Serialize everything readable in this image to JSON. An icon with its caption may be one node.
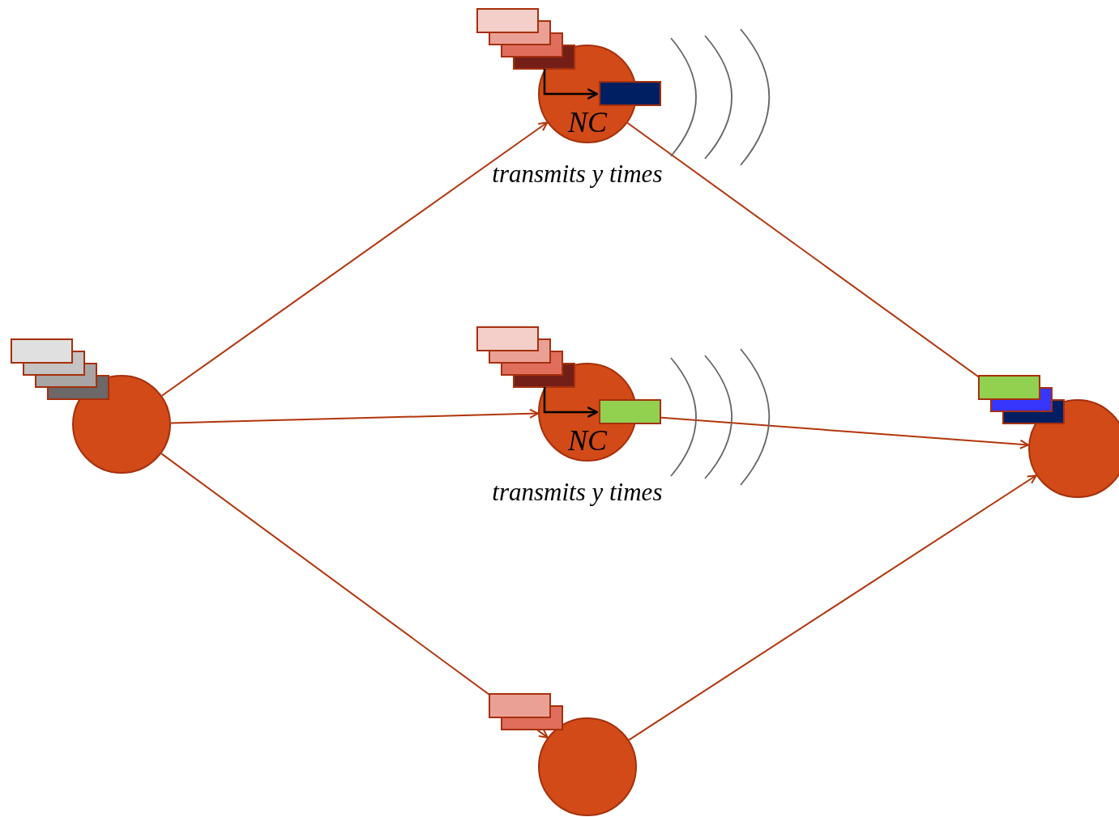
{
  "diagram": {
    "nodes": [
      {
        "text": [],
        "shape": "circle"
      },
      {
        "text": [
          "NC"
        ],
        "beside": [
          "transmits y times"
        ]
      },
      {
        "text": [
          "NC"
        ],
        "beside": [
          "transmits y times"
        ]
      },
      {
        "text": [],
        "shape": "circle"
      },
      {
        "text": [],
        "shape": "circle"
      }
    ],
    "edges": [
      {
        "from": 0,
        "to": 1,
        "arrow": "to"
      },
      {
        "from": 0,
        "to": 2,
        "arrow": "to"
      },
      {
        "from": 0,
        "to": 3,
        "arrow": "to"
      },
      {
        "from": 1,
        "to": 4,
        "arrow": "none"
      },
      {
        "from": 2,
        "to": 4,
        "arrow": "to"
      },
      {
        "from": 3,
        "to": 4,
        "arrow": "to"
      }
    ]
  }
}
